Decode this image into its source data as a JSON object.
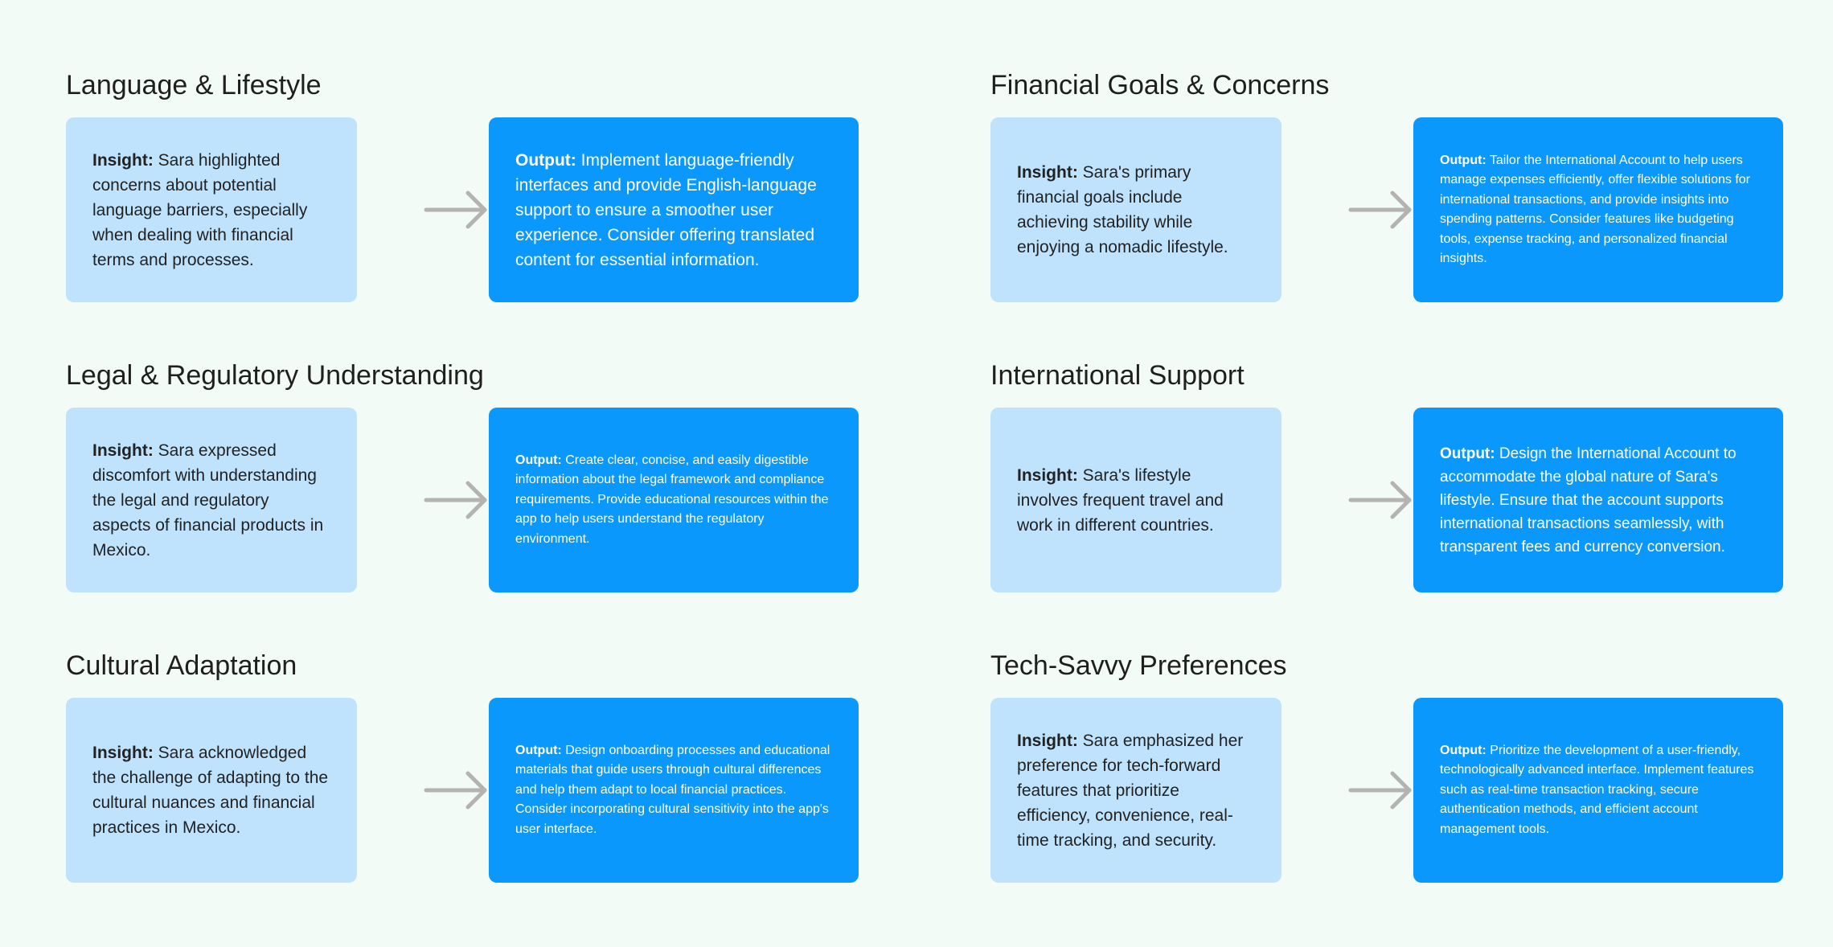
{
  "sections": [
    {
      "title": "Language & Lifestyle",
      "insight_label": "Insight:",
      "insight": "Sara highlighted concerns about potential language barriers, especially when dealing with financial terms and processes.",
      "output_label": "Output:",
      "output": "Implement language-friendly interfaces and provide English-language support to ensure a smoother user experience. Consider offering translated content for essential information."
    },
    {
      "title": "Financial Goals & Concerns",
      "insight_label": "Insight:",
      "insight": "Sara's primary financial goals include achieving stability while enjoying a nomadic lifestyle.",
      "output_label": "Output:",
      "output": "Tailor the International Account to help users manage expenses efficiently, offer flexible solutions for international transactions, and provide insights into spending patterns. Consider features like budgeting tools, expense tracking, and personalized financial insights."
    },
    {
      "title": "Legal & Regulatory Understanding",
      "insight_label": "Insight:",
      "insight": "Sara expressed discomfort with understanding the legal and regulatory aspects of financial products in Mexico.",
      "output_label": "Output:",
      "output": "Create clear, concise, and easily digestible information about the legal framework and compliance requirements. Provide educational resources within the app to help users understand the regulatory environment."
    },
    {
      "title": "International Support",
      "insight_label": "Insight:",
      "insight": "Sara's lifestyle involves frequent travel and work in different countries.",
      "output_label": "Output:",
      "output": "Design the International Account to accommodate the global nature of Sara's lifestyle. Ensure that the account supports international transactions seamlessly, with transparent fees and currency conversion."
    },
    {
      "title": "Cultural Adaptation",
      "insight_label": "Insight:",
      "insight": "Sara acknowledged the challenge of adapting to the cultural nuances and financial practices in Mexico.",
      "output_label": "Output:",
      "output": "Design onboarding processes and educational materials that guide users through cultural differences and help them adapt to local financial practices. Consider incorporating cultural sensitivity into the app's user interface."
    },
    {
      "title": "Tech-Savvy Preferences",
      "insight_label": "Insight:",
      "insight": "Sara emphasized her preference for tech-forward features that prioritize efficiency, convenience, real-time tracking, and security.",
      "output_label": "Output:",
      "output": "Prioritize the development of a user-friendly, technologically advanced interface. Implement features such as real-time transaction tracking, secure authentication methods, and efficient account management tools."
    }
  ],
  "colors": {
    "background": "#f2fbf6",
    "insight_box": "#bfe3fd",
    "output_box": "#0a98fc",
    "arrow": "#b3b3b3"
  },
  "icons": {
    "connector": "arrow-right-icon"
  }
}
